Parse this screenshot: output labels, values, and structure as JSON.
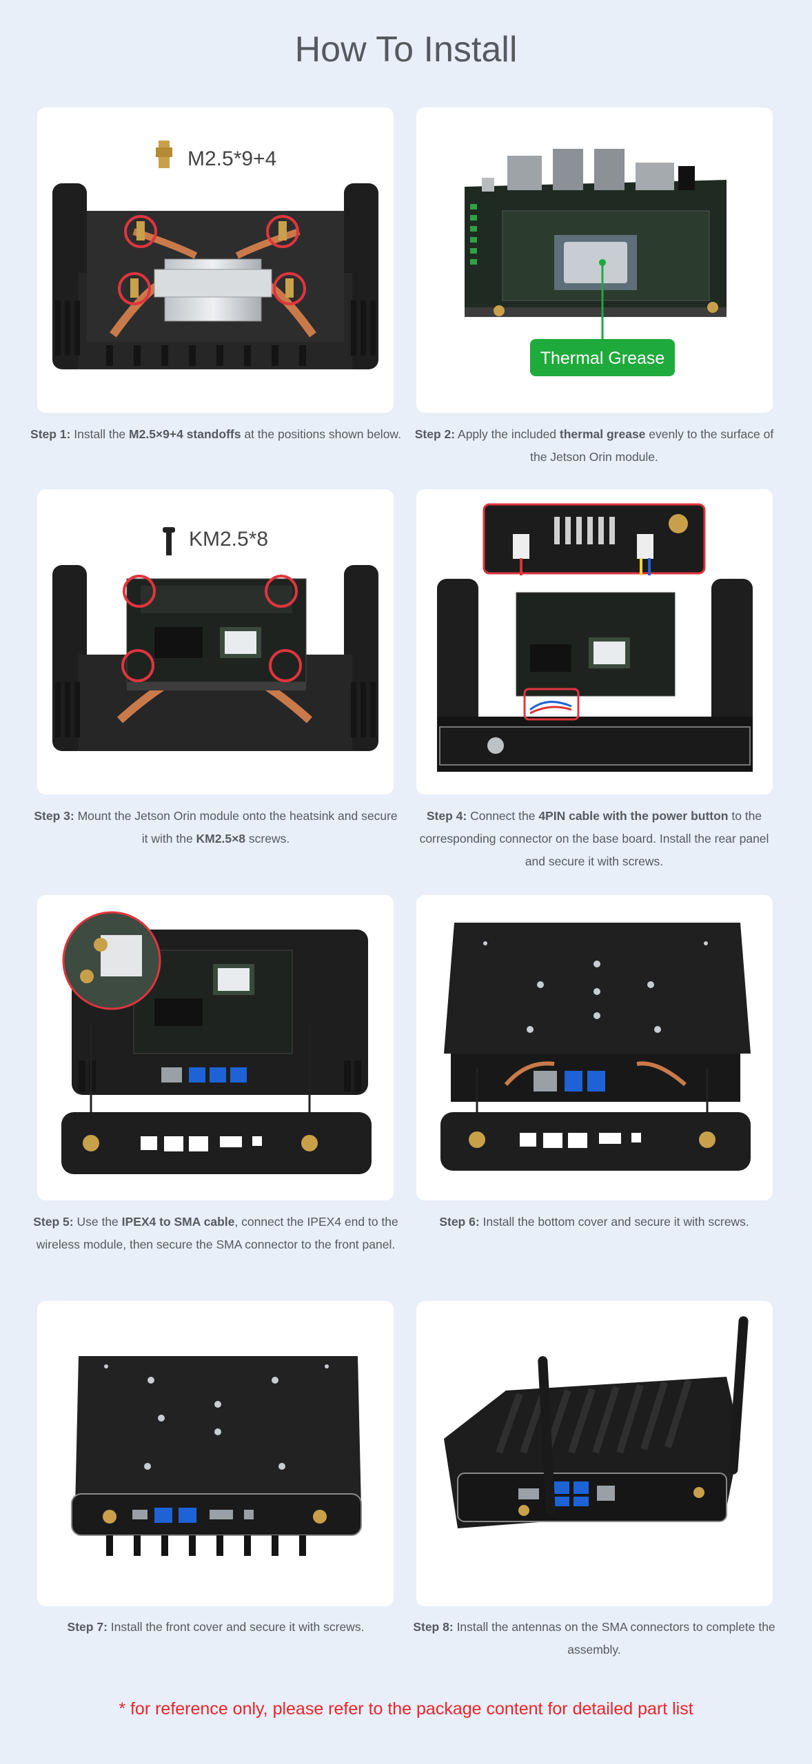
{
  "page": {
    "title": "How To Install"
  },
  "steps": [
    {
      "label": "Step 1:",
      "t1": "Install the ",
      "b1": "M2.5×9+4 standoffs",
      "t2": " at the positions shown below.",
      "b2": "",
      "t3": "",
      "overlay": "M2.5*9+4"
    },
    {
      "label": "Step 2:",
      "t1": "Apply the included ",
      "b1": "thermal grease",
      "t2": " evenly to the surface of the Jetson Orin module.",
      "b2": "",
      "t3": "",
      "overlay": "Thermal Grease"
    },
    {
      "label": "Step 3:",
      "t1": "Mount the Jetson Orin module onto the heatsink and secure it with the ",
      "b1": "KM2.5×8",
      "t2": " screws.",
      "b2": "",
      "t3": "",
      "overlay": "KM2.5*8"
    },
    {
      "label": "Step 4:",
      "t1": "Connect the ",
      "b1": "4PIN cable with the power button",
      "t2": " to the corresponding connector on the base board. Install the rear panel and secure it with screws.",
      "b2": "",
      "t3": "",
      "overlay": ""
    },
    {
      "label": "Step 5:",
      "t1": "Use the ",
      "b1": "IPEX4 to SMA cable",
      "t2": ", connect the IPEX4 end to the wireless module, then secure the SMA connector to the front panel.",
      "b2": "",
      "t3": "",
      "overlay": ""
    },
    {
      "label": "Step 6:",
      "t1": "Install the bottom cover and secure it with screws.",
      "b1": "",
      "t2": "",
      "b2": "",
      "t3": "",
      "overlay": ""
    },
    {
      "label": "Step 7:",
      "t1": "Install the front cover and secure it with screws.",
      "b1": "",
      "t2": "",
      "b2": "",
      "t3": "",
      "overlay": ""
    },
    {
      "label": "Step 8:",
      "t1": "Install the antennas on the SMA connectors to complete the assembly.",
      "b1": "",
      "t2": "",
      "b2": "",
      "t3": "",
      "overlay": ""
    }
  ],
  "footer": {
    "note": "* for reference only, please refer to the package content for detailed part list"
  },
  "colors": {
    "background": "#e8eff9",
    "text": "#555a60",
    "note": "#e8252b",
    "grease_badge": "#1faa3c",
    "highlight": "#e0353d"
  }
}
